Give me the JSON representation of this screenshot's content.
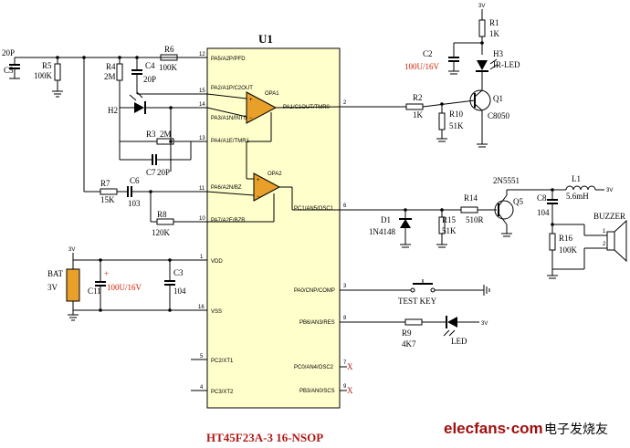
{
  "chip": {
    "ref": "U1",
    "footer": "HT45F23A-3  16-NSOP",
    "pins_left": [
      {
        "num": "12",
        "name": "PA5/A2P/PFD"
      },
      {
        "num": "15",
        "name": "PA2/A1P/C2OUT"
      },
      {
        "num": "14",
        "name": "PA3/A1N/INT0"
      },
      {
        "num": "13",
        "name": "PA4/A1E/TMR1"
      },
      {
        "num": "11",
        "name": "PA6/A2N/BZ"
      },
      {
        "num": "10",
        "name": "PA7/A2E/BZB"
      },
      {
        "num": "1",
        "name": "VDD"
      },
      {
        "num": "16",
        "name": "VSS"
      },
      {
        "num": "5",
        "name": "PC2/XT1"
      },
      {
        "num": "4",
        "name": "PC3/XT2"
      }
    ],
    "pins_right": [
      {
        "num": "2",
        "name": "PA1/C1OUT/TMR0"
      },
      {
        "num": "6",
        "name": "PC1/AN5/OSC1"
      },
      {
        "num": "3",
        "name": "PA0/CNP/COMP"
      },
      {
        "num": "8",
        "name": "PB6/AN3/RES"
      },
      {
        "num": "7",
        "name": "PC0/AN4/OSC2"
      },
      {
        "num": "9",
        "name": "PB3/AN0/SCS"
      }
    ],
    "opamps": [
      "OPA1",
      "OPA2"
    ]
  },
  "components": {
    "c5": {
      "ref": "C5",
      "value": "20P"
    },
    "r5": {
      "ref": "R5",
      "value": "100K"
    },
    "r4": {
      "ref": "R4",
      "value": "2M"
    },
    "c4": {
      "ref": "C4",
      "value": "20P"
    },
    "r6": {
      "ref": "R6",
      "value": "100K"
    },
    "h2": {
      "ref": "H2"
    },
    "r3": {
      "ref": "R3",
      "value": "2M"
    },
    "c7": {
      "ref": "C7",
      "value": "20P"
    },
    "r7": {
      "ref": "R7",
      "value": "15K"
    },
    "c6": {
      "ref": "C6",
      "value": "103"
    },
    "r8": {
      "ref": "R8",
      "value": "120K"
    },
    "bat": {
      "ref": "BAT",
      "value": "3V"
    },
    "c11": {
      "ref": "C11",
      "value": "100U/16V"
    },
    "c3": {
      "ref": "C3",
      "value": "104"
    },
    "r1": {
      "ref": "R1",
      "value": "1K"
    },
    "c2": {
      "ref": "C2",
      "value": "100U/16V"
    },
    "h3": {
      "ref": "H3",
      "value": "IR-LED"
    },
    "q1": {
      "ref": "Q1",
      "value": "C8050"
    },
    "r2": {
      "ref": "R2",
      "value": "1K"
    },
    "r10": {
      "ref": "R10",
      "value": "51K"
    },
    "q5_type": {
      "value": "2N5551"
    },
    "q5": {
      "ref": "Q5"
    },
    "l1": {
      "ref": "L1",
      "value": "5.6mH"
    },
    "c8": {
      "ref": "C8",
      "value": "104"
    },
    "r14": {
      "ref": "R14",
      "value": "510R"
    },
    "d1": {
      "ref": "D1",
      "value": "1N4148"
    },
    "r15": {
      "ref": "R15",
      "value": "51K"
    },
    "r16": {
      "ref": "R16",
      "value": "100K"
    },
    "buzzer": {
      "ref": "BUZZER",
      "pin1": "1",
      "pin2": "2"
    },
    "testkey": {
      "ref": "TEST KEY"
    },
    "r9": {
      "ref": "R9",
      "value": "4K7"
    },
    "led": {
      "ref": "LED"
    }
  },
  "rails": {
    "v3": "3V"
  },
  "nc_mark": "X",
  "watermark": {
    "brand": "elecfans·com",
    "cn": "电子发烧友"
  },
  "colors": {
    "wire": "#000000",
    "chip_fill": "#ffffcc",
    "opamp_fill": "#e8a02a",
    "note_red": "#d02000"
  }
}
